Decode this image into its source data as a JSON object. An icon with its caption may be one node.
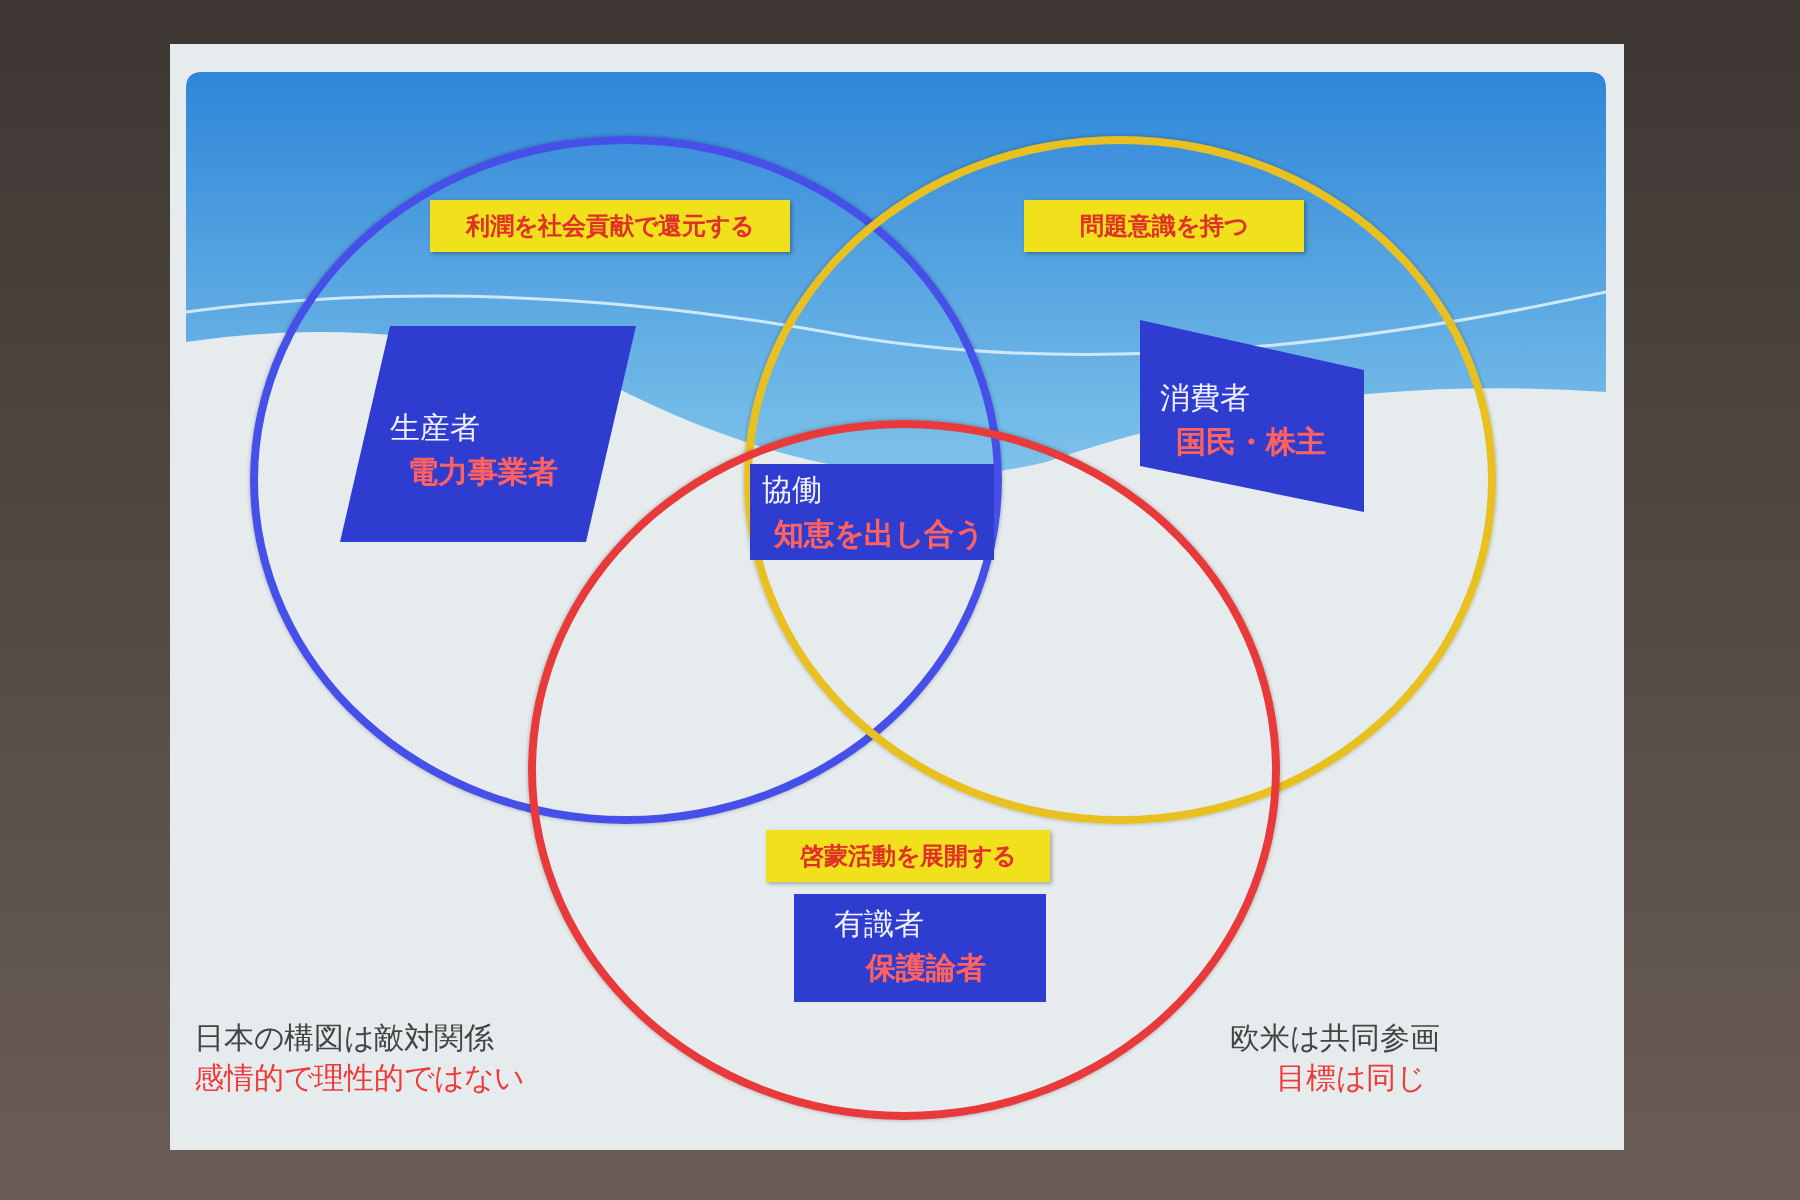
{
  "diagram": {
    "nodes": [
      {
        "text": [],
        "shape": "circle"
      },
      {
        "text": [],
        "shape": "circle"
      },
      {
        "text": [],
        "shape": "circle"
      },
      {
        "text": [
          "利潤を社会貢献で還元する"
        ],
        "in": 0
      },
      {
        "text": [
          "生産者",
          "電力事業者"
        ],
        "in": 0
      },
      {
        "text": [
          "問題意識を持つ"
        ],
        "in": 1
      },
      {
        "text": [
          "消費者",
          "国民・株主"
        ],
        "in": 1
      },
      {
        "text": [
          "協働",
          "知恵を出し合う"
        ]
      },
      {
        "text": [
          "啓蒙活動を展開する"
        ],
        "in": 2
      },
      {
        "text": [
          "有識者",
          "保護論者"
        ],
        "in": 2
      }
    ],
    "labels": [
      "日本の構図は敵対関係",
      "感情的で理性的ではない",
      "欧米は共同参画",
      "目標は同じ"
    ]
  }
}
